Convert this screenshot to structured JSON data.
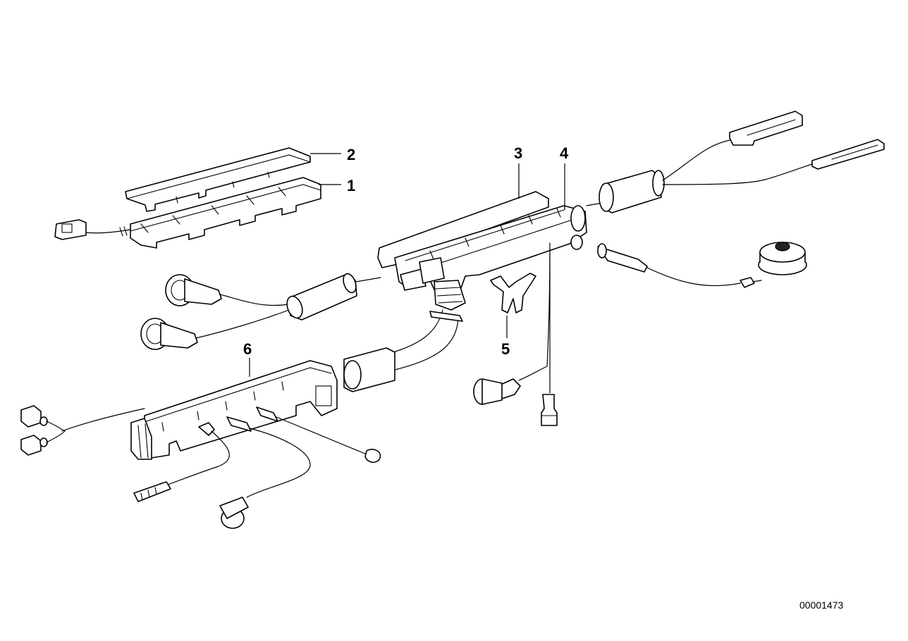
{
  "callouts": {
    "c1": "1",
    "c2": "2",
    "c3": "3",
    "c4": "4",
    "c5": "5",
    "c6": "6"
  },
  "reference_number": "00001473"
}
